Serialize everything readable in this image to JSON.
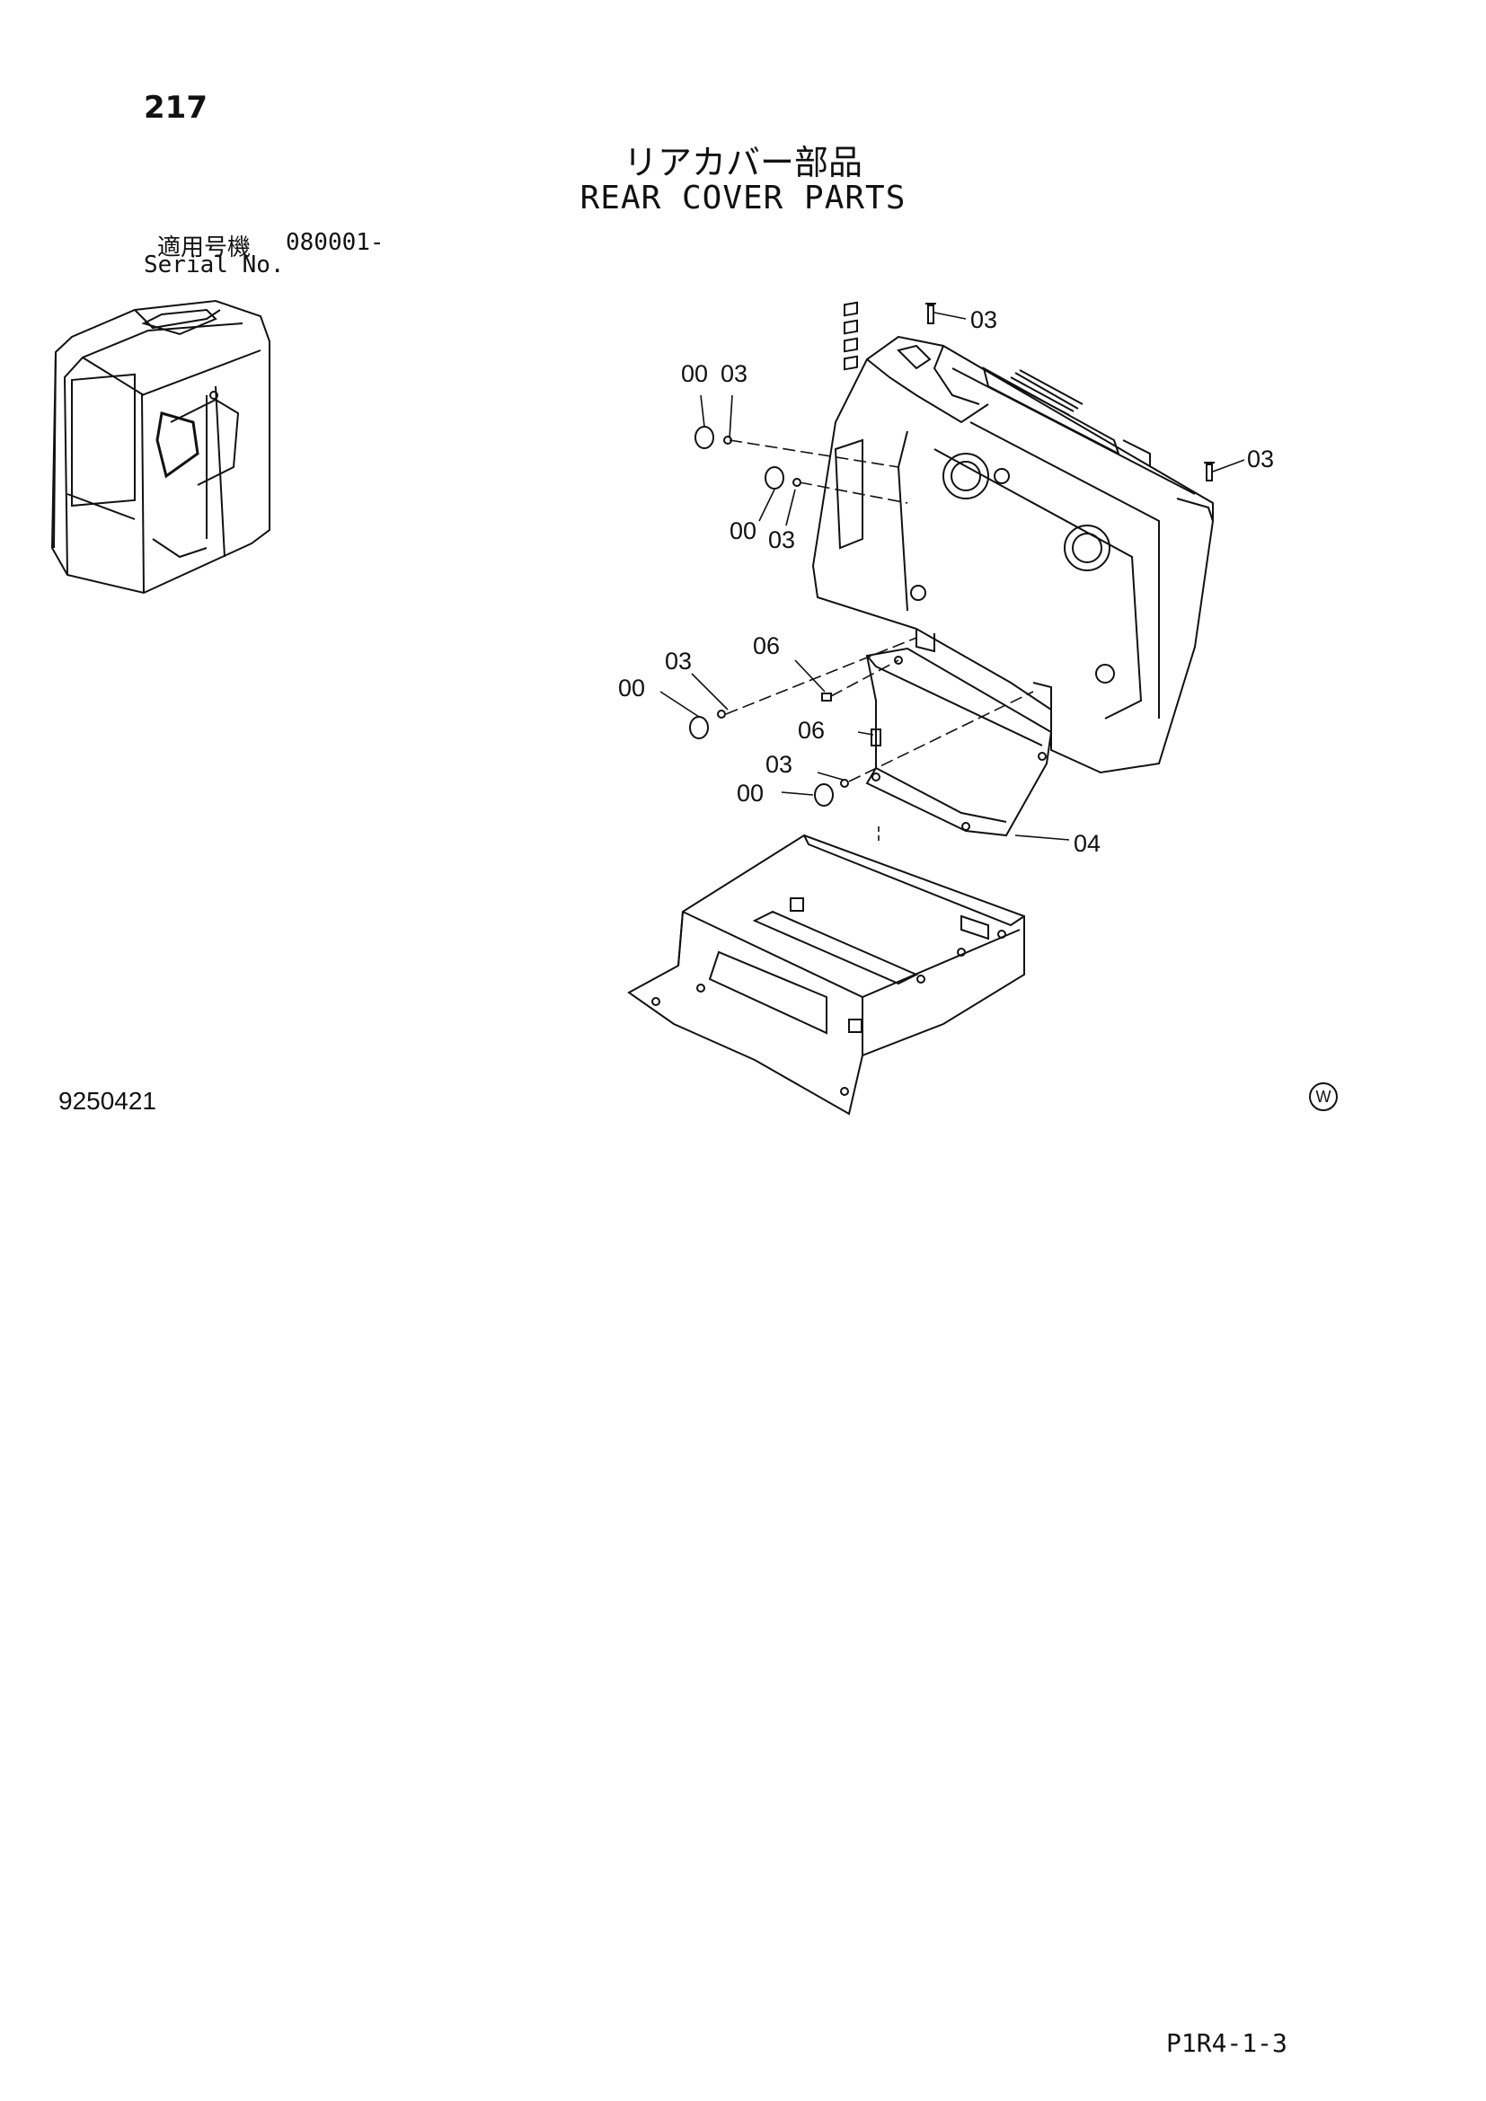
{
  "header": {
    "page_number": "217",
    "title_jp": "リアカバー部品",
    "title_en": "REAR COVER PARTS",
    "serial_label_jp": "適用号機",
    "serial_range": "080001-",
    "serial_label_en": "Serial No."
  },
  "callouts": {
    "top_screw": "03",
    "right_screw": "03",
    "cap_upper": "00",
    "screw_upper": "03",
    "cap_mid": "00",
    "screw_mid": "03",
    "bolt_a": "06",
    "screw_left": "03",
    "cap_left": "00",
    "bolt_b": "06",
    "screw_lower": "03",
    "cap_lower": "00",
    "bracket": "04"
  },
  "footer": {
    "doc_number": "9250421",
    "mark": "W",
    "page_code": "P1R4-1-3"
  }
}
